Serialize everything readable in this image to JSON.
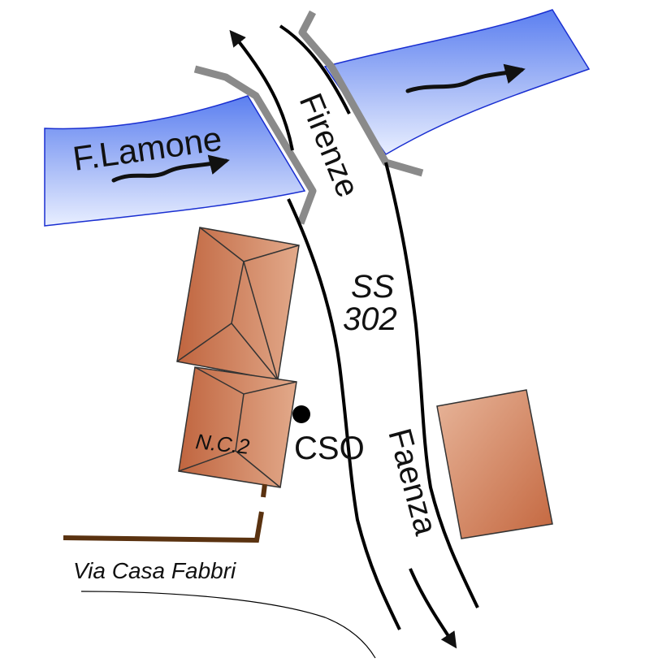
{
  "map": {
    "river": {
      "label": "F.Lamone",
      "water_color": "#7f9cf5",
      "edge_color": "#1a2fd1"
    },
    "road": {
      "name": "SS\n302",
      "name_line1": "SS",
      "name_line2": "302",
      "direction_north": "Firenze",
      "direction_south": "Faenza"
    },
    "bridge_color": "#8a8a8a",
    "buildings": [
      {
        "label": ""
      },
      {
        "label": "N.C.2"
      },
      {
        "label": ""
      }
    ],
    "building_color": "#c8704a",
    "poi": {
      "label": "CSO",
      "icon": "black-dot"
    },
    "side_road": {
      "label": "Via Casa Fabbri",
      "color": "#5a3210"
    }
  }
}
